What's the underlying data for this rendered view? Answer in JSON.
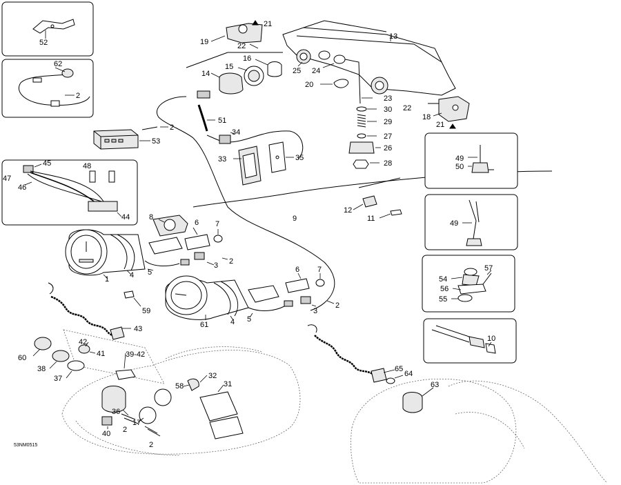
{
  "diagram_code": "53NM0515",
  "callouts": [
    {
      "id": "c52",
      "text": "52"
    },
    {
      "id": "c62",
      "text": "62"
    },
    {
      "id": "c2a",
      "text": "2"
    },
    {
      "id": "c2b",
      "text": "2"
    },
    {
      "id": "c53",
      "text": "53"
    },
    {
      "id": "c45",
      "text": "45"
    },
    {
      "id": "c48",
      "text": "48"
    },
    {
      "id": "c47",
      "text": "47"
    },
    {
      "id": "c46",
      "text": "46"
    },
    {
      "id": "c44",
      "text": "44"
    },
    {
      "id": "c21a",
      "text": "21"
    },
    {
      "id": "c19",
      "text": "19"
    },
    {
      "id": "c22a",
      "text": "22"
    },
    {
      "id": "c13",
      "text": "13"
    },
    {
      "id": "c16",
      "text": "16"
    },
    {
      "id": "c15",
      "text": "15"
    },
    {
      "id": "c14",
      "text": "14"
    },
    {
      "id": "c25",
      "text": "25"
    },
    {
      "id": "c24",
      "text": "24"
    },
    {
      "id": "c20",
      "text": "20"
    },
    {
      "id": "c23",
      "text": "23"
    },
    {
      "id": "c30",
      "text": "30"
    },
    {
      "id": "c29",
      "text": "29"
    },
    {
      "id": "c27",
      "text": "27"
    },
    {
      "id": "c26",
      "text": "26"
    },
    {
      "id": "c28",
      "text": "28"
    },
    {
      "id": "c22b",
      "text": "22"
    },
    {
      "id": "c18",
      "text": "18"
    },
    {
      "id": "c21b",
      "text": "21"
    },
    {
      "id": "c51",
      "text": "51"
    },
    {
      "id": "c34",
      "text": "34"
    },
    {
      "id": "c33",
      "text": "33"
    },
    {
      "id": "c35",
      "text": "35"
    },
    {
      "id": "c49a",
      "text": "49"
    },
    {
      "id": "c50",
      "text": "50"
    },
    {
      "id": "c49b",
      "text": "49"
    },
    {
      "id": "c12",
      "text": "12"
    },
    {
      "id": "c11",
      "text": "11"
    },
    {
      "id": "c9",
      "text": "9"
    },
    {
      "id": "c8",
      "text": "8"
    },
    {
      "id": "c6a",
      "text": "6"
    },
    {
      "id": "c7a",
      "text": "7"
    },
    {
      "id": "c1",
      "text": "1"
    },
    {
      "id": "c4a",
      "text": "4"
    },
    {
      "id": "c5a",
      "text": "5"
    },
    {
      "id": "c3a",
      "text": "3"
    },
    {
      "id": "c2c",
      "text": "2"
    },
    {
      "id": "c54",
      "text": "54"
    },
    {
      "id": "c57",
      "text": "57"
    },
    {
      "id": "c56",
      "text": "56"
    },
    {
      "id": "c55",
      "text": "55"
    },
    {
      "id": "c6b",
      "text": "6"
    },
    {
      "id": "c7b",
      "text": "7"
    },
    {
      "id": "c59",
      "text": "59"
    },
    {
      "id": "c43",
      "text": "43"
    },
    {
      "id": "c61",
      "text": "61"
    },
    {
      "id": "c4b",
      "text": "4"
    },
    {
      "id": "c5b",
      "text": "5"
    },
    {
      "id": "c3b",
      "text": "3"
    },
    {
      "id": "c2d",
      "text": "2"
    },
    {
      "id": "c10",
      "text": "10"
    },
    {
      "id": "c42",
      "text": "42"
    },
    {
      "id": "c41",
      "text": "41"
    },
    {
      "id": "c39_42",
      "text": "39-42"
    },
    {
      "id": "c60",
      "text": "60"
    },
    {
      "id": "c38",
      "text": "38"
    },
    {
      "id": "c37",
      "text": "37"
    },
    {
      "id": "c32",
      "text": "32"
    },
    {
      "id": "c58",
      "text": "58"
    },
    {
      "id": "c31",
      "text": "31"
    },
    {
      "id": "c36",
      "text": "36"
    },
    {
      "id": "c17",
      "text": "17"
    },
    {
      "id": "c40",
      "text": "40"
    },
    {
      "id": "c2e",
      "text": "2"
    },
    {
      "id": "c2f",
      "text": "2"
    },
    {
      "id": "c65",
      "text": "65"
    },
    {
      "id": "c64",
      "text": "64"
    },
    {
      "id": "c63",
      "text": "63"
    }
  ]
}
